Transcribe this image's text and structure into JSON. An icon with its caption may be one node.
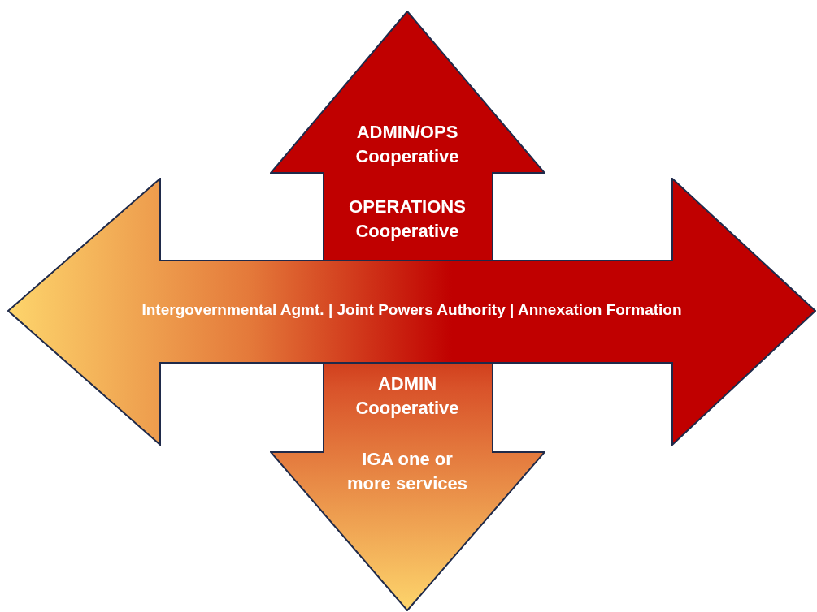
{
  "diagram": {
    "nodes": [
      {
        "text": [
          "ADMIN/OPS Cooperative",
          "OPERATIONS Cooperative"
        ]
      },
      {
        "text": [
          "Intergovernmental Agmt. | Joint Powers Authority | Annexation Formation"
        ]
      },
      {
        "text": [
          "ADMIN Cooperative",
          "IGA one or more services"
        ]
      }
    ]
  }
}
